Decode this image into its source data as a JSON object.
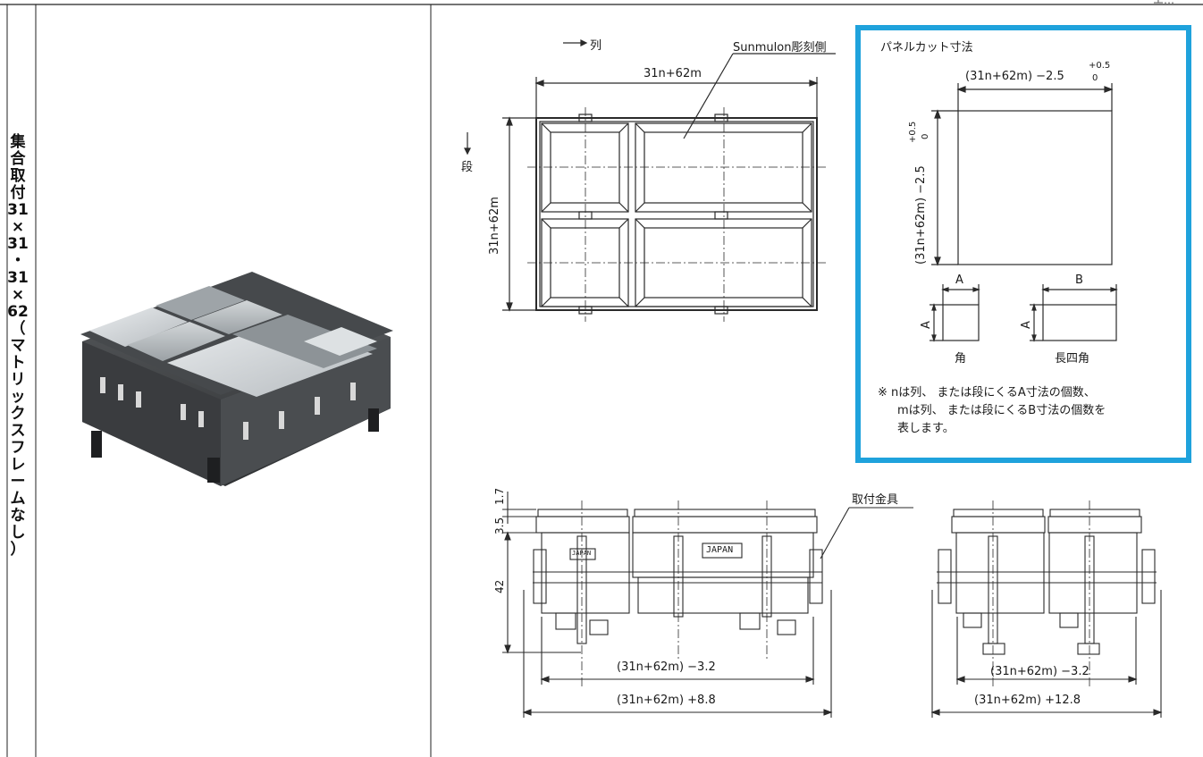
{
  "page_ref": "エ…",
  "row_title": [
    "集",
    "合",
    "取",
    "付",
    "31",
    "×",
    "31",
    "・",
    "31",
    "×",
    "62",
    "（",
    "マ",
    "ト",
    "リ",
    "ッ",
    "ク",
    "ス",
    "フ",
    "レ",
    "ー",
    "ム",
    "な",
    "し",
    "）"
  ],
  "top_view": {
    "col_label": "列",
    "row_label": "段",
    "engrave_label": "Sunmulon彫刻側",
    "width_dim": "31n+62m",
    "height_dim": "31n+62m"
  },
  "panel_cut": {
    "title": "パネルカット寸法",
    "width_dim": "(31n+62m) −2.5",
    "height_dim": "(31n+62m) −2.5",
    "tol_plus": "+0.5",
    "tol_zero": "0",
    "dim_a": "A",
    "dim_b": "B",
    "square_caption": "角",
    "rect_caption": "長四角",
    "note_line1": "※ nは列、 または段にくるA寸法の個数、",
    "note_line2": "mは列、 または段にくるB寸法の個数を",
    "note_line3": "表します。"
  },
  "side_views": {
    "bracket_label": "取付金具",
    "dim_17": "1.7",
    "dim_35": "3.5",
    "dim_42": "42",
    "left_inner": "(31n+62m) −3.2",
    "left_outer": "(31n+62m) +8.8",
    "right_inner": "(31n+62m) −3.2",
    "right_outer": "(31n+62m) +12.8",
    "japan_label": "JAPAN",
    "japan_small": "JAPAN"
  },
  "colors": {
    "panel_border": "#1fa2dc",
    "line": "#2a2a2a"
  }
}
